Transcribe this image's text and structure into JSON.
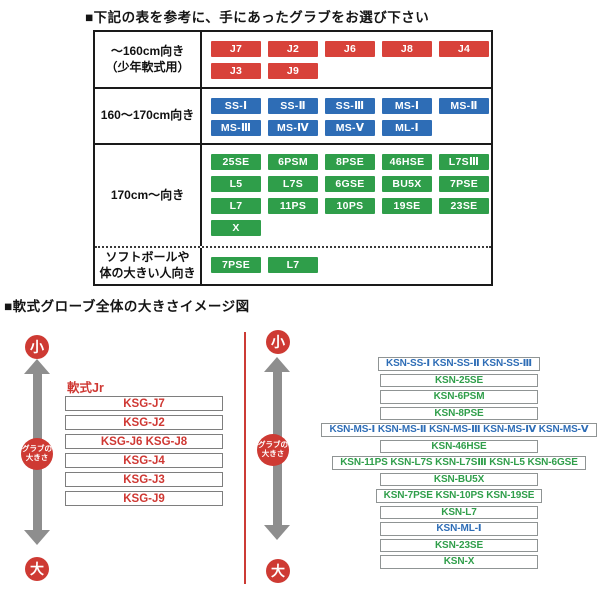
{
  "titles": {
    "table_section": "■下記の表を参考に、手にあったグラブをお選び下さい",
    "diagram_section": "■軟式グローブ全体の大きさイメージ図"
  },
  "colors": {
    "badge_red": "#d8423a",
    "badge_blue": "#2e6db6",
    "badge_green": "#2f9e4a",
    "accent_red": "#cf3833",
    "arrow_gray": "#8e8e8e"
  },
  "size_table": {
    "rows": [
      {
        "label_lines": [
          "～160cm向き",
          "（少年軟式用）"
        ],
        "badge_color": "red",
        "badges": [
          "J7",
          "J2",
          "J6",
          "J8",
          "J4",
          "J3",
          "J9"
        ]
      },
      {
        "label_lines": [
          "160～170cm向き"
        ],
        "badge_color": "blue",
        "badges": [
          "SS-Ⅰ",
          "SS-Ⅱ",
          "SS-Ⅲ",
          "MS-Ⅰ",
          "MS-Ⅱ",
          "MS-Ⅲ",
          "MS-Ⅳ",
          "MS-Ⅴ",
          "ML-Ⅰ"
        ]
      },
      {
        "label_lines": [
          "170cm～向き"
        ],
        "badge_color": "green",
        "badges": [
          "25SE",
          "6PSM",
          "8PSE",
          "46HSE",
          "L7SⅢ",
          "L5",
          "L7S",
          "6GSE",
          "BU5X",
          "7PSE",
          "L7",
          "11PS",
          "10PS",
          "19SE",
          "23SE",
          "X"
        ]
      },
      {
        "label_lines": [
          "ソフトボールや",
          "体の大きい人向き"
        ],
        "badge_color": "green",
        "dotted_top": true,
        "badges": [
          "7PSE",
          "L7"
        ]
      }
    ]
  },
  "diagram": {
    "small_label": "小",
    "large_label": "大",
    "axis_label_lines": [
      "グラブの",
      "大きさ"
    ],
    "left": {
      "series_label": "軟式Jr",
      "boxes": [
        "KSG-J7",
        "KSG-J2",
        "KSG-J6 KSG-J8",
        "KSG-J4",
        "KSG-J3",
        "KSG-J9"
      ]
    },
    "right": {
      "boxes": [
        {
          "text": "KSN-SS-Ⅰ KSN-SS-Ⅱ KSN-SS-Ⅲ",
          "color": "blue"
        },
        {
          "text": "KSN-25SE",
          "color": "green"
        },
        {
          "text": "KSN-6PSM",
          "color": "green"
        },
        {
          "text": "KSN-8PSE",
          "color": "green"
        },
        {
          "text": "KSN-MS-Ⅰ KSN-MS-Ⅱ KSN-MS-Ⅲ KSN-MS-Ⅳ KSN-MS-Ⅴ",
          "color": "blue"
        },
        {
          "text": "KSN-46HSE",
          "color": "green"
        },
        {
          "text": "KSN-11PS KSN-L7S KSN-L7SⅢ KSN-L5 KSN-6GSE",
          "color": "green"
        },
        {
          "text": "KSN-BU5X",
          "color": "green"
        },
        {
          "text": "KSN-7PSE KSN-10PS KSN-19SE",
          "color": "green"
        },
        {
          "text": "KSN-L7",
          "color": "green"
        },
        {
          "text": "KSN-ML-Ⅰ",
          "color": "blue"
        },
        {
          "text": "KSN-23SE",
          "color": "green"
        },
        {
          "text": "KSN-X",
          "color": "green"
        }
      ]
    }
  }
}
